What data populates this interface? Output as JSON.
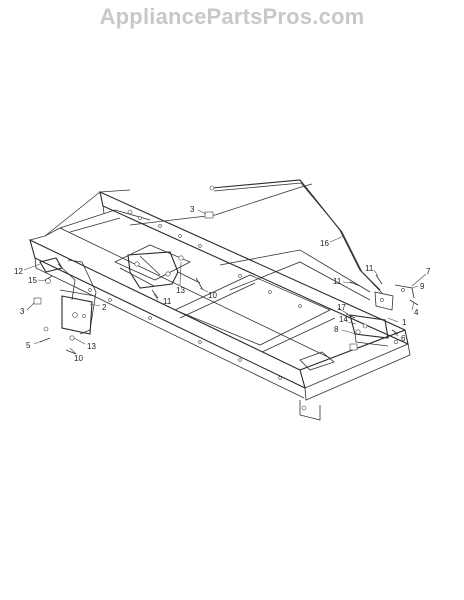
{
  "watermark": {
    "text": "AppliancePartsPros.com",
    "color": "#c8c8c8"
  },
  "diagram": {
    "callouts": [
      "1",
      "2",
      "3",
      "3",
      "4",
      "5",
      "6",
      "7",
      "8",
      "9",
      "10",
      "10",
      "11",
      "11",
      "11",
      "12",
      "13",
      "13",
      "14",
      "15",
      "16",
      "17"
    ]
  }
}
